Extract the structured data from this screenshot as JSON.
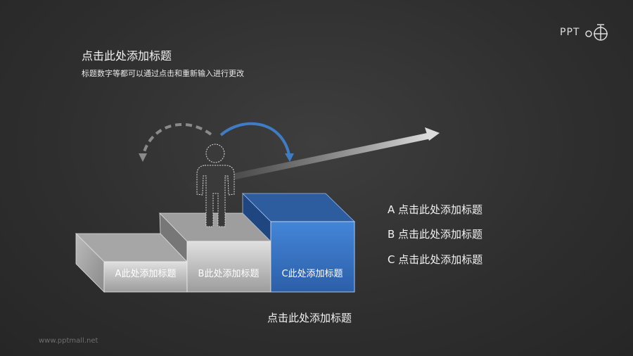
{
  "title": "点击此处添加标题",
  "subtitle": "标题数字等都可以通过点击和重新输入进行更改",
  "logo": "PPT",
  "steps": [
    {
      "label": "A此处添加标题",
      "color": "#a8a8a8"
    },
    {
      "label": "B此处添加标题",
      "color": "#c0c0c0"
    },
    {
      "label": "C此处添加标题",
      "color": "#3a78c8"
    }
  ],
  "legend": [
    "A 点击此处添加标题",
    "B 点击此处添加标题",
    "C 点击此处添加标题"
  ],
  "caption": "点击此处添加标题",
  "footer": "www.pptmall.net",
  "colors": {
    "accent": "#3f7cc4",
    "background": "#333333"
  }
}
